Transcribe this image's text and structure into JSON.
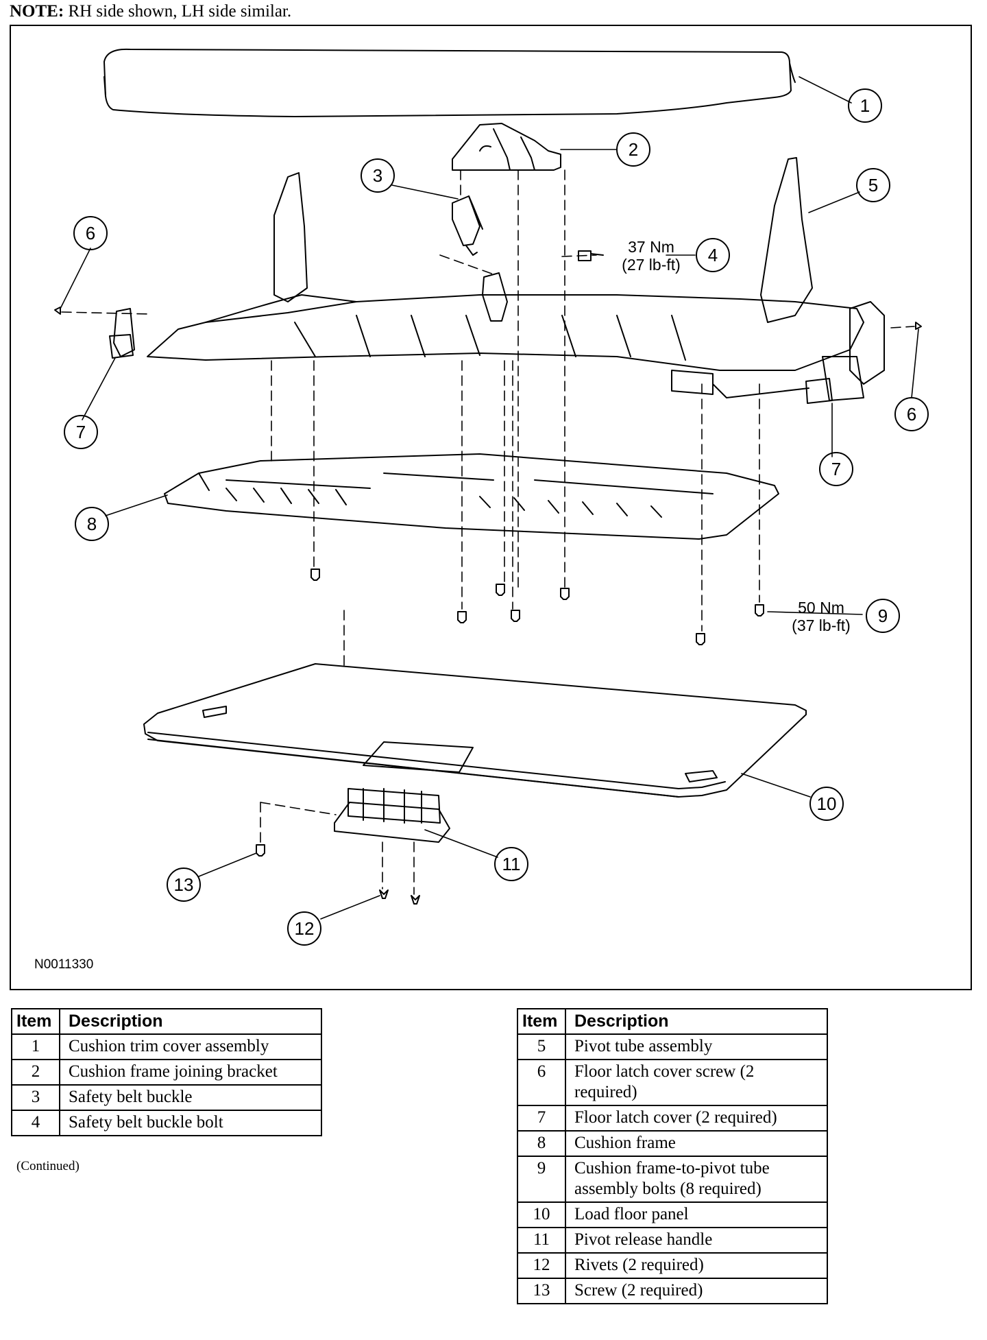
{
  "note": {
    "label": "NOTE:",
    "text": " RH side shown, LH side similar."
  },
  "figure_id": "N0011330",
  "callouts": [
    "1",
    "2",
    "3",
    "4",
    "5",
    "6",
    "6",
    "7",
    "7",
    "8",
    "9",
    "10",
    "11",
    "12",
    "13"
  ],
  "torques": {
    "t4_line1": "37 Nm",
    "t4_line2": "(27 lb-ft)",
    "t9_line1": "50 Nm",
    "t9_line2": "(37 lb-ft)"
  },
  "table_headers": {
    "item": "Item",
    "description": "Description"
  },
  "legend_left": [
    {
      "item": "1",
      "description": "Cushion trim cover assembly"
    },
    {
      "item": "2",
      "description": "Cushion frame joining bracket"
    },
    {
      "item": "3",
      "description": "Safety belt buckle"
    },
    {
      "item": "4",
      "description": "Safety belt buckle bolt"
    }
  ],
  "continued": "(Continued)",
  "legend_right": [
    {
      "item": "5",
      "description": "Pivot tube assembly"
    },
    {
      "item": "6",
      "description": "Floor latch cover screw (2 required)"
    },
    {
      "item": "7",
      "description": "Floor latch cover (2 required)"
    },
    {
      "item": "8",
      "description": "Cushion frame"
    },
    {
      "item": "9",
      "description": "Cushion frame-to-pivot tube assembly bolts (8 required)"
    },
    {
      "item": "10",
      "description": "Load floor panel"
    },
    {
      "item": "11",
      "description": "Pivot release handle"
    },
    {
      "item": "12",
      "description": "Rivets (2 required)"
    },
    {
      "item": "13",
      "description": "Screw (2 required)"
    }
  ]
}
